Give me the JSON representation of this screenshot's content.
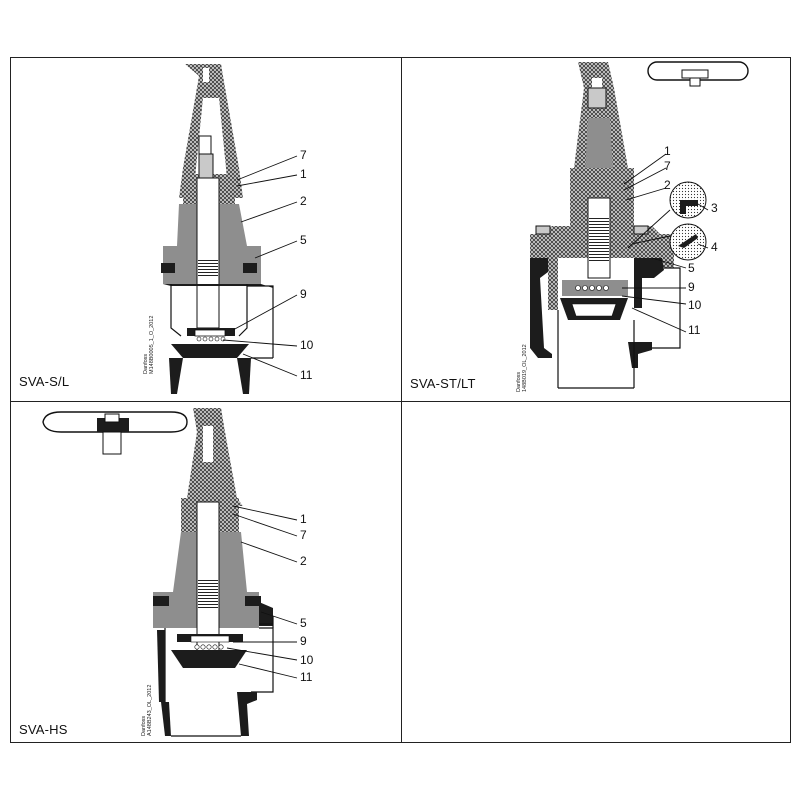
{
  "panels": [
    {
      "model": "SVA-S/L",
      "code_line1": "Danfoss",
      "code_line2": "M148B0005_1_O_2012",
      "callouts": [
        "7",
        "1",
        "2",
        "5",
        "9",
        "10",
        "11"
      ]
    },
    {
      "model": "SVA-ST/LT",
      "code_line1": "Danfoss",
      "code_line2": "148B019_OL_2012",
      "callouts": [
        "1",
        "7",
        "2",
        "3",
        "4",
        "5",
        "9",
        "10",
        "11"
      ]
    },
    {
      "model": "SVA-HS",
      "code_line1": "Danfoss",
      "code_line2": "A148B243_OL_2012",
      "callouts": [
        "1",
        "7",
        "2",
        "5",
        "9",
        "10",
        "11"
      ]
    }
  ]
}
